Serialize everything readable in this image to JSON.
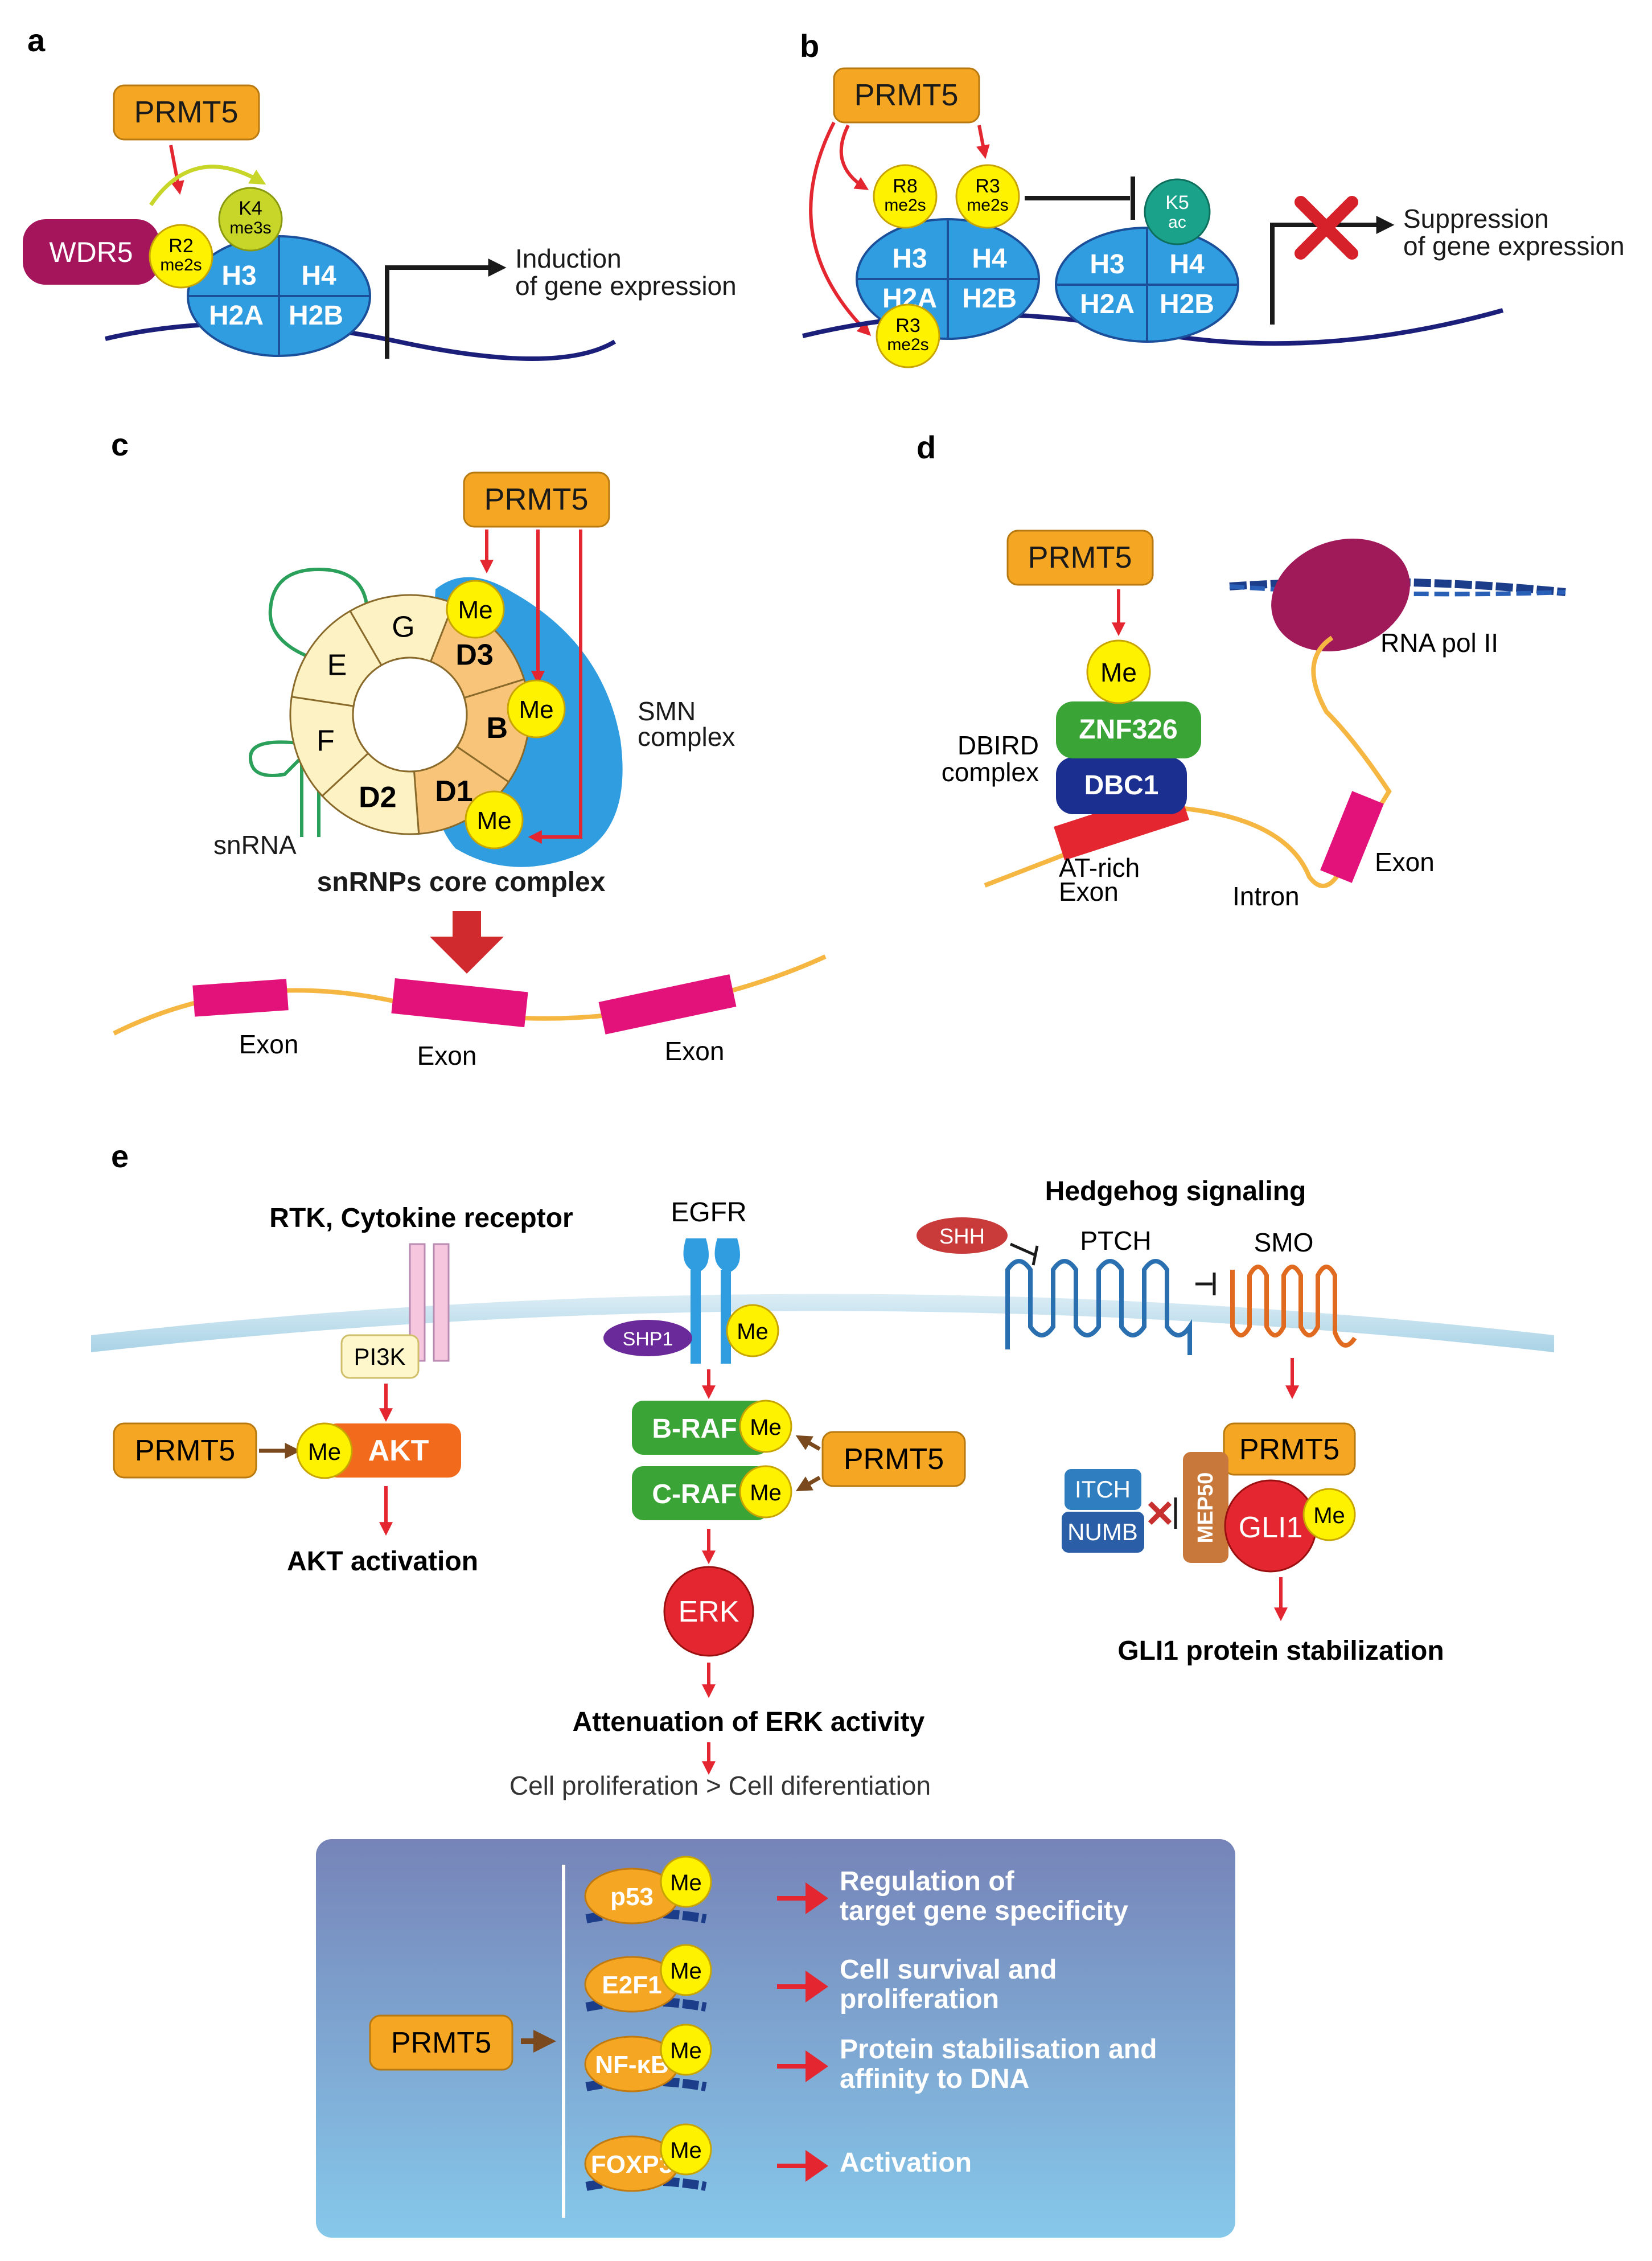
{
  "panels": {
    "a": {
      "letter": "a",
      "prmt5": "PRMT5",
      "wdr5": "WDR5",
      "r2": "R2",
      "r2_sub": "me2s",
      "k4": "K4",
      "k4_sub": "me3s",
      "h3": "H3",
      "h4": "H4",
      "h2a": "H2A",
      "h2b": "H2B",
      "outcome_line1": "Induction",
      "outcome_line2": "of gene expression"
    },
    "b": {
      "letter": "b",
      "prmt5": "PRMT5",
      "r8": "R8",
      "r8_sub": "me2s",
      "r3": "R3",
      "r3_sub": "me2s",
      "r3b": "R3",
      "r3b_sub": "me2s",
      "k5": "K5",
      "k5_sub": "ac",
      "h3": "H3",
      "h4": "H4",
      "h2a": "H2A",
      "h2b": "H2B",
      "outcome_line1": "Suppression",
      "outcome_line2": "of gene expression"
    },
    "c": {
      "letter": "c",
      "prmt5": "PRMT5",
      "segments": [
        "G",
        "D3",
        "B",
        "D1",
        "D2",
        "F",
        "E"
      ],
      "me": "Me",
      "smn_line1": "SMN",
      "smn_line2": "complex",
      "snrna": "snRNA",
      "core_title": "snRNPs core complex",
      "exons": [
        "Exon",
        "Exon",
        "Exon"
      ]
    },
    "d": {
      "letter": "d",
      "prmt5": "PRMT5",
      "me": "Me",
      "znf": "ZNF326",
      "dbc1": "DBC1",
      "dbird_line1": "DBIRD",
      "dbird_line2": "complex",
      "rnapol": "RNA pol II",
      "atrich_line1": "AT-rich",
      "atrich_line2": "Exon",
      "intron": "Intron",
      "exon": "Exon"
    },
    "e": {
      "letter": "e",
      "rtk_label": "RTK, Cytokine receptor",
      "pi3k": "PI3K",
      "prmt5": "PRMT5",
      "me": "Me",
      "akt": "AKT",
      "akt_outcome": "AKT activation",
      "egfr": "EGFR",
      "shp1": "SHP1",
      "braf": "B-RAF",
      "craf": "C-RAF",
      "erk": "ERK",
      "erk_outcome": "Attenuation of ERK activity",
      "prolif": "Cell proliferation > Cell diferentiation",
      "hh_title": "Hedgehog signaling",
      "shh": "SHH",
      "ptch": "PTCH",
      "smo": "SMO",
      "itch": "ITCH",
      "numb": "NUMB",
      "mep50": "MEP50",
      "gli1": "GLI1",
      "gli_outcome": "GLI1 protein stabilization"
    },
    "box": {
      "prmt5": "PRMT5",
      "me": "Me",
      "rows": [
        {
          "factor": "p53",
          "line1": "Regulation of",
          "line2": "target gene specificity"
        },
        {
          "factor": "E2F1",
          "line1": "Cell survival and",
          "line2": "proliferation"
        },
        {
          "factor": "NF-κB",
          "line1": "Protein stabilisation and",
          "line2": "affinity to DNA"
        },
        {
          "factor": "FOXP3",
          "line1": "Activation",
          "line2": ""
        }
      ]
    }
  },
  "colors": {
    "prmt5": "#f5a623",
    "nucleosome": "#2f9de0",
    "me_circle": "#fff200",
    "wdr5": "#a4155c",
    "k5": "#1aa38a",
    "arrow_red": "#e3262f",
    "dna": "#1b1f7a",
    "rna": "#f5b642",
    "exon": "#e3127b",
    "membrane": "#bfe0ee",
    "green_raf": "#3aa536",
    "akt": "#f26a1b",
    "erk": "#e3262f",
    "box_top": "#7684b8",
    "box_bottom": "#7fc3e6"
  }
}
